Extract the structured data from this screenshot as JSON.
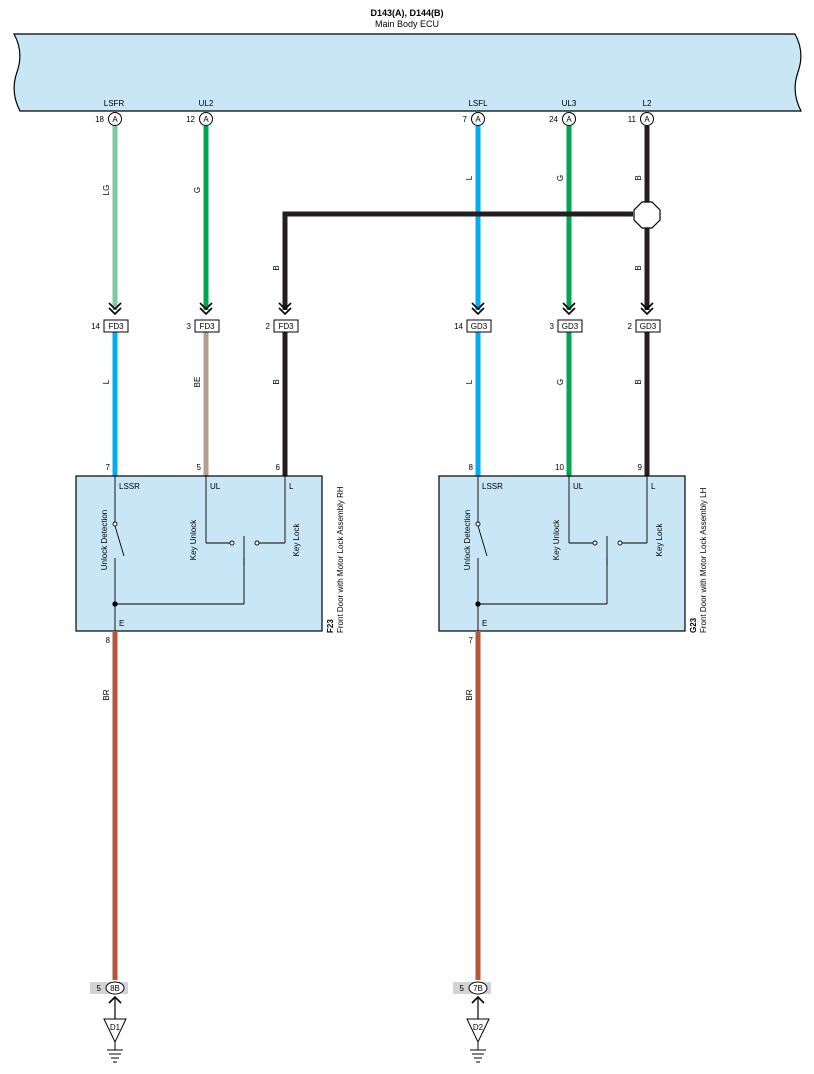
{
  "ecu": {
    "title": "D143(A), D144(B)",
    "name": "Main Body ECU",
    "pins": [
      {
        "label": "LSFR",
        "num": "18",
        "conn": "A"
      },
      {
        "label": "UL2",
        "num": "12",
        "conn": "A"
      },
      {
        "label": "LSFL",
        "num": "7",
        "conn": "A"
      },
      {
        "label": "UL3",
        "num": "24",
        "conn": "A"
      },
      {
        "label": "L2",
        "num": "11",
        "conn": "A"
      }
    ]
  },
  "colors": {
    "LG": "#7ec8a0",
    "G": "#00a650",
    "L": "#00aeef",
    "BE": "#b4a08c",
    "B": "#231f20",
    "BR": "#b5563a",
    "box_fill": "#c8e6f6",
    "ecu_fill": "#c8e6f6"
  },
  "wires": {
    "upper": [
      "LG",
      "G",
      "B",
      "L",
      "G",
      "B"
    ],
    "upper_b_branch": "B",
    "lower": [
      "L",
      "BE",
      "B",
      "L",
      "G",
      "B"
    ],
    "ground": [
      "BR",
      "BR"
    ]
  },
  "connectors": [
    {
      "num": "14",
      "name": "FD3"
    },
    {
      "num": "3",
      "name": "FD3"
    },
    {
      "num": "2",
      "name": "FD3"
    },
    {
      "num": "14",
      "name": "GD3"
    },
    {
      "num": "3",
      "name": "GD3"
    },
    {
      "num": "2",
      "name": "GD3"
    }
  ],
  "rh_assembly": {
    "code": "F23",
    "name": "Front Door with Motor Lock Assembly RH",
    "pin_nums": [
      "7",
      "5",
      "6"
    ],
    "pin_labels": [
      "LSSR",
      "UL",
      "L"
    ],
    "ground_pin": "8",
    "ground_label": "E",
    "unlock_detection": "Unlock Detection",
    "key_unlock": "Key Unlock",
    "key_lock": "Key Lock"
  },
  "lh_assembly": {
    "code": "G23",
    "name": "Front Door with Motor Lock Assembly LH",
    "pin_nums": [
      "8",
      "10",
      "9"
    ],
    "pin_labels": [
      "LSSR",
      "UL",
      "L"
    ],
    "ground_pin": "7",
    "ground_label": "E",
    "unlock_detection": "Unlock Detection",
    "key_unlock": "Key Unlock",
    "key_lock": "Key Lock"
  },
  "grounds": [
    {
      "pin": "5",
      "conn": "8B",
      "point": "D1"
    },
    {
      "pin": "5",
      "conn": "7B",
      "point": "D2"
    }
  ]
}
